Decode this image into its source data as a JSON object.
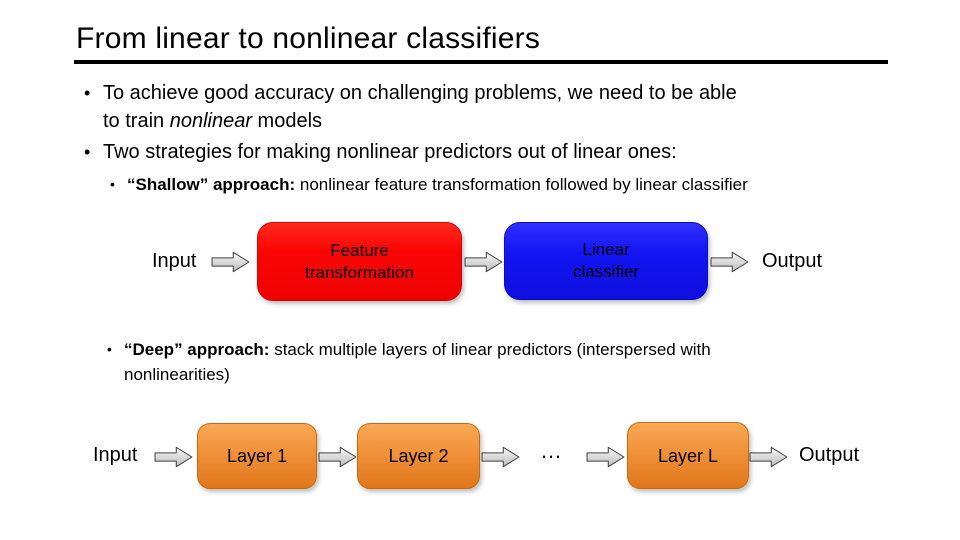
{
  "title": "From linear to nonlinear classifiers",
  "bullets": {
    "marker": "•",
    "b1_line1": "To achieve good accuracy on challenging problems, we need to be able",
    "b1_line2_pre": "to train ",
    "b1_line2_italic": "nonlinear",
    "b1_line2_post": " models",
    "b2": "Two strategies for making nonlinear predictors out of linear ones:"
  },
  "sub_bullets": {
    "marker": "•",
    "s1_bold": "“Shallow” approach:",
    "s1_rest": " nonlinear feature transformation followed by linear classifier",
    "s2_bold": "“Deep” approach:",
    "s2_rest_line1": " stack multiple layers of linear predictors (interspersed with",
    "s2_rest_line2": "nonlinearities)"
  },
  "shallow_diagram": {
    "input_label": "Input",
    "feature_box": {
      "line1": "Feature",
      "line2": "transformation",
      "color": "#fb0505"
    },
    "linear_box": {
      "line1": "Linear",
      "line2": "classifier",
      "color": "#1414f2"
    },
    "output_label": "Output"
  },
  "deep_diagram": {
    "input_label": "Input",
    "layer1_label": "Layer 1",
    "layer2_label": "Layer 2",
    "ellipsis": "…",
    "layerL_label": "Layer L",
    "output_label": "Output"
  },
  "colors": {
    "title_text": "#000000",
    "rule": "#000000",
    "box_red": "#fb0505",
    "box_blue": "#1414f2",
    "box_orange_top": "#f8a855",
    "box_orange_bottom": "#e0761a",
    "arrow_fill": "#d2d2d2",
    "arrow_outline": "#404040",
    "box_text": "#000000"
  }
}
